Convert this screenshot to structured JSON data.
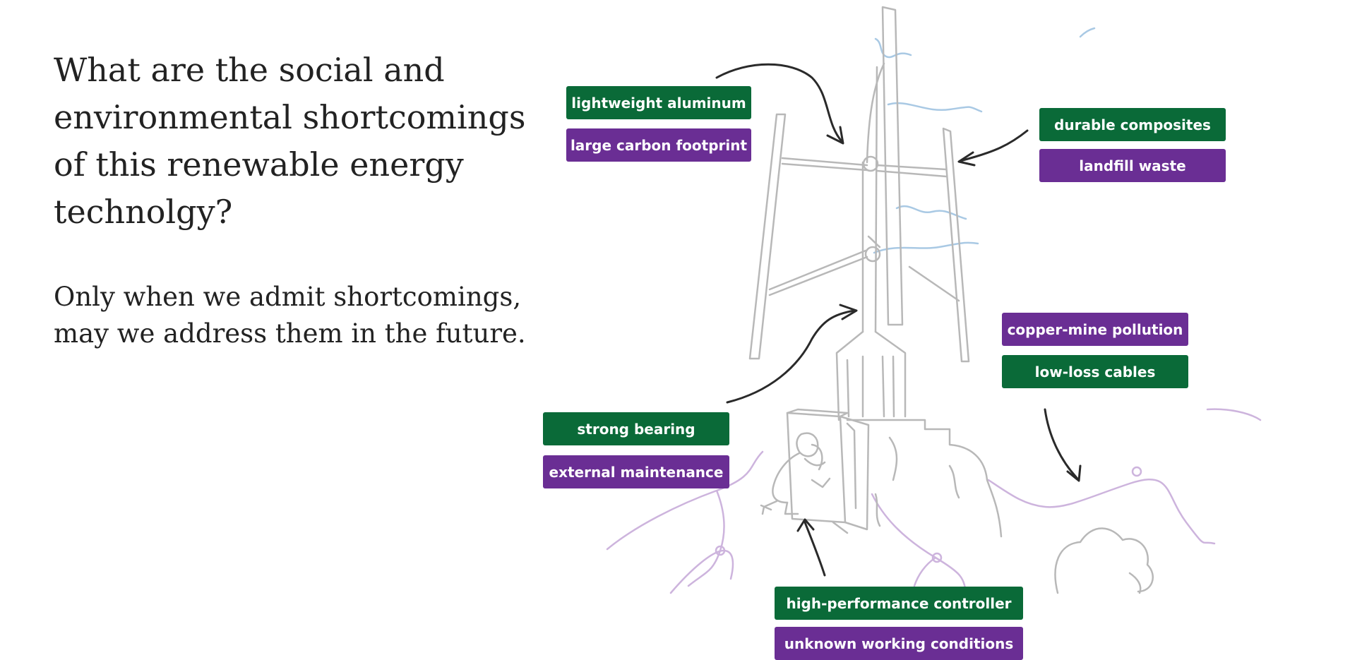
{
  "heading": "What are the social and environmental shortcomings of this renewable energy technolgy?",
  "subheading": "Only when we admit shortcomings, may we address them in the future.",
  "colors": {
    "benefit": "#0a6a38",
    "drawback": "#6a2e94",
    "sketch": "#b8b8b8",
    "wind": "#a9c9e4",
    "cable": "#cdb4dd",
    "arrow": "#2a2a2a"
  },
  "annotations": [
    {
      "id": "blades",
      "benefit": "lightweight aluminum",
      "drawback": "large carbon footprint"
    },
    {
      "id": "arms",
      "benefit": "durable composites",
      "drawback": "landfill waste"
    },
    {
      "id": "cables",
      "benefit": "low-loss cables",
      "drawback": "copper-mine pollution"
    },
    {
      "id": "bearing",
      "benefit": "strong bearing",
      "drawback": "external maintenance"
    },
    {
      "id": "controller",
      "benefit": "high-performance controller",
      "drawback": "unknown working conditions"
    }
  ]
}
